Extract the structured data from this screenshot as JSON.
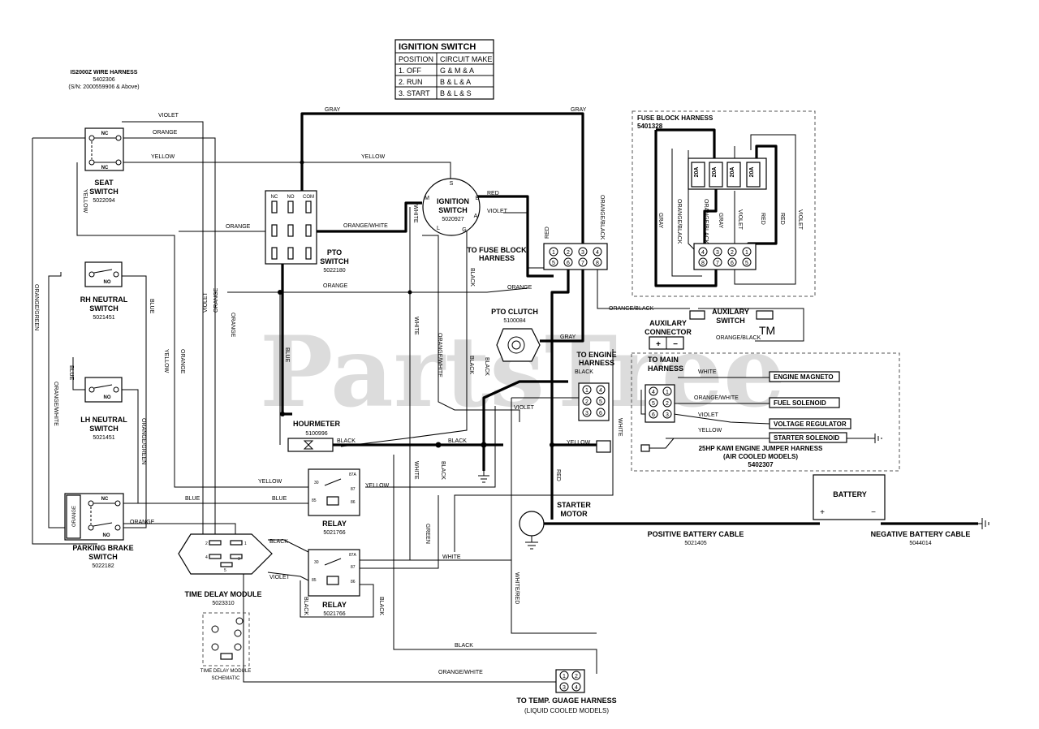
{
  "watermark": "PartsTree",
  "watermark_tm": "TM",
  "ignition_table": {
    "title": "IGNITION SWITCH",
    "headers": [
      "POSITION",
      "CIRCUIT MAKE"
    ],
    "rows": [
      [
        "1. OFF",
        "G & M & A"
      ],
      [
        "2. RUN",
        "B & L & A"
      ],
      [
        "3. START",
        "B & L & S"
      ]
    ]
  },
  "harness": {
    "title": "IS2000Z WIRE HARNESS",
    "part": "5402306",
    "serial": "(S/N: 2000559906 & Above)"
  },
  "seat_switch": {
    "name1": "SEAT",
    "name2": "SWITCH",
    "part": "5022094",
    "nc1": "NC",
    "nc2": "NC"
  },
  "pto_switch": {
    "name1": "PTO",
    "name2": "SWITCH",
    "part": "5022180",
    "nc": "NC",
    "no": "NO",
    "com": "COM"
  },
  "ignition_switch": {
    "name1": "IGNITION",
    "name2": "SWITCH",
    "part": "5020927",
    "m": "M",
    "s": "S",
    "b": "B",
    "a": "A",
    "g": "G",
    "l": "L"
  },
  "rh_neutral": {
    "name1": "RH NEUTRAL",
    "name2": "SWITCH",
    "part": "5021451",
    "no": "NO"
  },
  "lh_neutral": {
    "name1": "LH NEUTRAL",
    "name2": "SWITCH",
    "part": "5021451",
    "no": "NO"
  },
  "parking_brake": {
    "name1": "PARKING BRAKE",
    "name2": "SWITCH",
    "part": "5022182",
    "nc": "NC",
    "no": "NO"
  },
  "hourmeter": {
    "name": "HOURMETER",
    "part": "5100996"
  },
  "relay1": {
    "name": "RELAY",
    "part": "5021766",
    "p30": "30",
    "p87a": "87A",
    "p87": "87",
    "p85": "85",
    "p86": "86"
  },
  "relay2": {
    "name": "RELAY",
    "part": "5021766",
    "p30": "30",
    "p87a": "87A",
    "p87": "87",
    "p85": "85",
    "p86": "86"
  },
  "time_delay": {
    "name": "TIME DELAY MODULE",
    "part": "5023310",
    "p1": "1",
    "p2": "2",
    "p3": "3",
    "p4": "4",
    "p5": "5"
  },
  "time_delay_schematic": {
    "line1": "TIME DELAY MODULE",
    "line2": "SCHEMATIC"
  },
  "fuse_block_conn": {
    "line1": "TO FUSE BLOCK",
    "line2": "HARNESS"
  },
  "pto_clutch": {
    "name": "PTO CLUTCH",
    "part": "5100084"
  },
  "engine_harness": {
    "line1": "TO ENGINE",
    "line2": "HARNESS"
  },
  "starter_motor": {
    "line1": "STARTER",
    "line2": "MOTOR"
  },
  "fuse_block": {
    "title": "FUSE BLOCK HARNESS",
    "part": "5401328",
    "fuses": [
      "20A",
      "20A",
      "20A",
      "20A"
    ]
  },
  "aux_connector": {
    "line1": "AUXILARY",
    "line2": "CONNECTOR",
    "plus": "+",
    "minus": "−"
  },
  "aux_switch": {
    "line1": "AUXILARY",
    "line2": "SWITCH"
  },
  "engine_box": {
    "to_main1": "TO MAIN",
    "to_main2": "HARNESS",
    "labels": [
      "ENGINE MAGNETO",
      "FUEL SOLENOID",
      "VOLTAGE REGULATOR",
      "STARTER SOLENOID"
    ],
    "title1": "25HP KAWI ENGINE JUMPER HARNESS",
    "title2": "(AIR COOLED MODELS)",
    "part": "5402307"
  },
  "battery": {
    "name": "BATTERY",
    "plus": "+",
    "minus": "−"
  },
  "pos_cable": {
    "name": "POSITIVE BATTERY CABLE",
    "part": "5021405"
  },
  "neg_cable": {
    "name": "NEGATIVE BATTERY CABLE",
    "part": "5044014"
  },
  "temp_gauge": {
    "line1": "TO TEMP. GUAGE HARNESS",
    "line2": "(LIQUID COOLED MODELS)"
  },
  "pins": [
    "1",
    "2",
    "3",
    "4",
    "5",
    "6",
    "7",
    "8"
  ],
  "colors": {
    "gray": "GRAY",
    "violet": "VIOLET",
    "orange": "ORANGE",
    "yellow": "YELLOW",
    "orange_white": "ORANGE/WHITE",
    "orange_black": "ORANGE/BLACK",
    "orange_green": "ORANGE/GREEN",
    "blue": "BLUE",
    "black": "BLACK",
    "white": "WHITE",
    "red": "RED",
    "green": "GREEN",
    "white_red": "WHITE/RED"
  }
}
